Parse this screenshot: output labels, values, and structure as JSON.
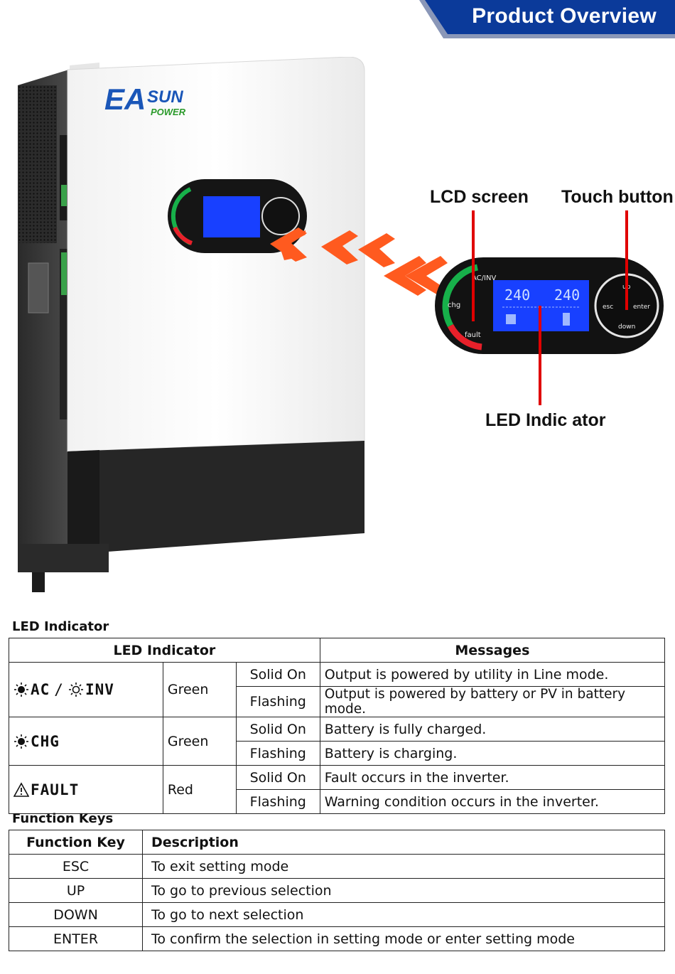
{
  "header": {
    "title": "Product Overview"
  },
  "product": {
    "brand_top": "EASUN",
    "brand_bottom": "POWER"
  },
  "panel": {
    "led_ac_inv": "AC/INV",
    "led_chg": "chg",
    "led_fault": "fault",
    "lcd_input": "240",
    "lcd_output": "240",
    "key_up": "up",
    "key_esc": "esc",
    "key_enter": "enter",
    "key_down": "down"
  },
  "callouts": {
    "lcd_screen": "LCD screen",
    "touch_button": "Touch button",
    "led_indicator": "LED Indic ator"
  },
  "led_section": {
    "title": "LED Indicator",
    "headers": {
      "indicator": "LED Indicator",
      "messages": "Messages"
    },
    "rows": [
      {
        "name_a": "AC",
        "sep": "/",
        "name_b": "INV",
        "color": "Green",
        "solid_label": "Solid On",
        "solid_msg": "Output is powered by utility in Line mode.",
        "flash_label": "Flashing",
        "flash_msg": "Output is powered by battery or PV in battery mode."
      },
      {
        "name_a": "CHG",
        "color": "Green",
        "solid_label": "Solid On",
        "solid_msg": "Battery is fully charged.",
        "flash_label": "Flashing",
        "flash_msg": "Battery is charging."
      },
      {
        "name_a": "FAULT",
        "color": "Red",
        "solid_label": "Solid On",
        "solid_msg": "Fault occurs in the inverter.",
        "flash_label": "Flashing",
        "flash_msg": "Warning condition occurs in the inverter."
      }
    ]
  },
  "keys_section": {
    "title": "Function Keys",
    "headers": {
      "key": "Function Key",
      "desc": "Description"
    },
    "rows": [
      {
        "key": "ESC",
        "desc": "To exit setting mode"
      },
      {
        "key": "UP",
        "desc": "To go to previous selection"
      },
      {
        "key": "DOWN",
        "desc": "To go to next selection"
      },
      {
        "key": "ENTER",
        "desc": "To confirm the selection in setting mode or enter setting mode"
      }
    ]
  },
  "colors": {
    "header_blue": "#0b3a9a",
    "arrow_orange": "#ff5a1f",
    "callout_red": "#e00000",
    "lcd_blue": "#1840ff",
    "led_green": "#17b04a",
    "led_red": "#e8202a"
  }
}
